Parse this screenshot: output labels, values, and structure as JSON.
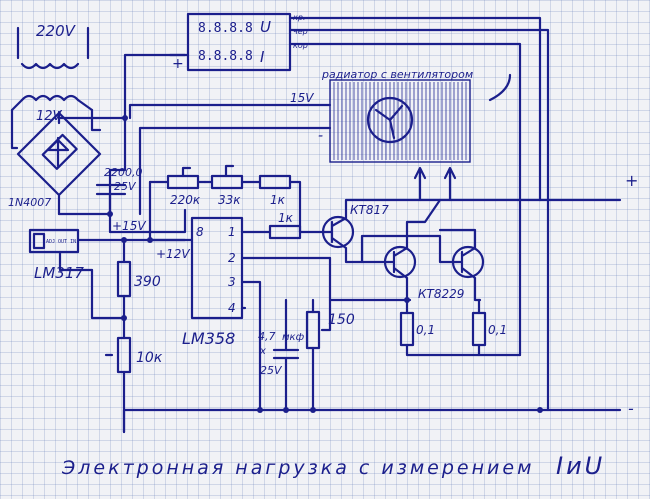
{
  "labels": {
    "ac_220": "220V",
    "ac_12": "12V",
    "diode": "1N4007",
    "cap_main": "2200,0",
    "cap_main_v": "25V",
    "plus15": "+15V",
    "regulator": "LM317",
    "reg_pins": "ADJ OUT IN",
    "r390": "390",
    "r10k": "10к",
    "plus12": "+12V",
    "opamp": "LM358",
    "pin1": "1",
    "pin2": "2",
    "pin3": "3",
    "pin4": "4",
    "pin8": "8",
    "r220k": "220к",
    "r33k": "33к",
    "r1k_a": "1к",
    "r1k_b": "1к",
    "trans_drv": "КТ817",
    "trans_out": "КТ8229",
    "shunt1": "0,1",
    "shunt2": "0,1",
    "trim150": "150",
    "cap47": "4,7",
    "cap47_unit": "мкф",
    "cap47_x": "x",
    "cap47_v": "25V",
    "heatsink": "радиатор с вентилятором",
    "fan_v": "15V",
    "meter_u": "U",
    "meter_i": "I",
    "meter_digits_u": "8.8.8.8",
    "meter_digits_i": "8.8.8.8",
    "meter_kr": "кр.",
    "meter_cher": "чер",
    "meter_kor": "кор",
    "plus_sign": "+",
    "minus_sign": "-",
    "out_plus": "+",
    "out_minus": "-",
    "title_main": "Электронная нагрузка с измерением",
    "title_sym": "IиU"
  },
  "colors": {
    "ink": "#1b1f8c",
    "paper": "#f1f2f6",
    "grid": "#8c9ccc"
  }
}
